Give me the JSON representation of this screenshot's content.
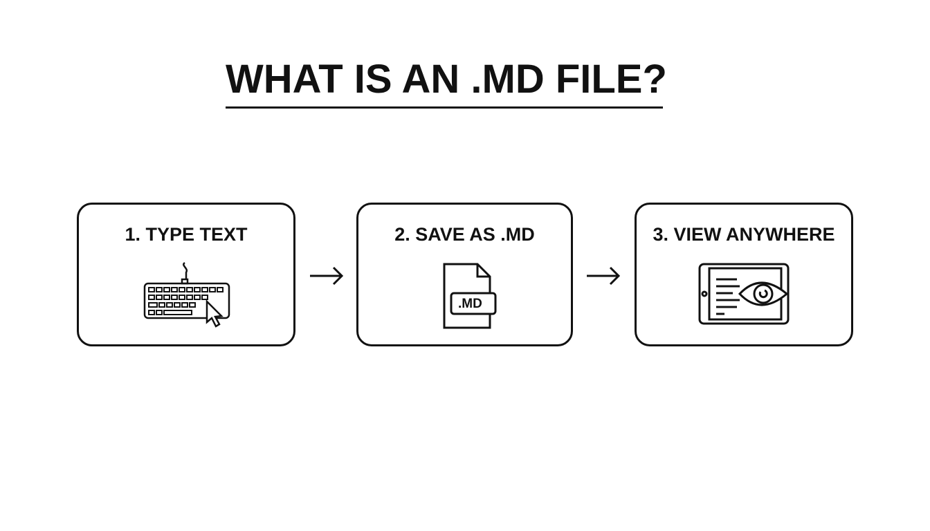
{
  "title": "WHAT IS AN .MD FILE?",
  "steps": [
    {
      "label": "1. TYPE TEXT",
      "icon": "keyboard-cursor-icon"
    },
    {
      "label": "2. SAVE AS .MD",
      "icon": "md-file-icon",
      "file_label": ".MD"
    },
    {
      "label": "3. VIEW ANYWHERE",
      "icon": "tablet-eye-icon"
    }
  ]
}
